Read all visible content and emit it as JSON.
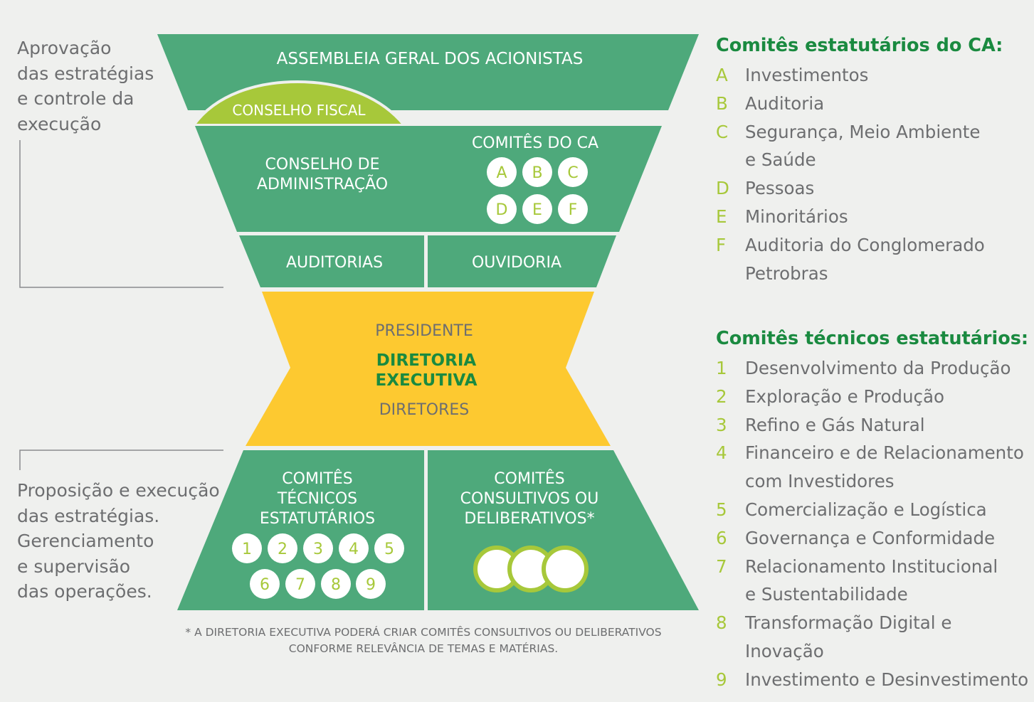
{
  "left_notes": {
    "top": "Aprovação\ndas estratégias\ne controle da\nexecução",
    "bottom": "Proposição e execução\ndas estratégias.\nGerenciamento\ne supervisão\ndas operações."
  },
  "diagram": {
    "assembleia": "ASSEMBLEIA GERAL DOS ACIONISTAS",
    "conselho_fiscal": "CONSELHO FISCAL",
    "conselho_adm": [
      "CONSELHO DE",
      "ADMINISTRAÇÃO"
    ],
    "comites_ca_title": "COMITÊS DO CA",
    "ca_letters": [
      "A",
      "B",
      "C",
      "D",
      "E",
      "F"
    ],
    "auditorias": "AUDITORIAS",
    "ouvidoria": "OUVIDORIA",
    "presidente": "PRESIDENTE",
    "diretoria": [
      "DIRETORIA",
      "EXECUTIVA"
    ],
    "diretores": "DIRETORES",
    "comites_tecnicos": [
      "COMITÊS",
      "TÉCNICOS",
      "ESTATUTÁRIOS"
    ],
    "tecnicos_numbers": [
      "1",
      "2",
      "3",
      "4",
      "5",
      "6",
      "7",
      "8",
      "9"
    ],
    "comites_consultivos": [
      "COMITÊS",
      "CONSULTIVOS OU",
      "DELIBERATIVOS*"
    ]
  },
  "footnote": "* A DIRETORIA EXECUTIVA PODERÁ CRIAR COMITÊS CONSULTIVOS OU DELIBERATIVOS\nCONFORME RELEVÂNCIA DE TEMAS E MATÉRIAS.",
  "legend_ca": {
    "title": "Comitês estatutários do CA:",
    "items": [
      {
        "key": "A",
        "label": "Investimentos"
      },
      {
        "key": "B",
        "label": "Auditoria"
      },
      {
        "key": "C",
        "label": "Segurança, Meio Ambiente\ne Saúde"
      },
      {
        "key": "D",
        "label": "Pessoas"
      },
      {
        "key": "E",
        "label": "Minoritários"
      },
      {
        "key": "F",
        "label": "Auditoria do Conglomerado\nPetrobras"
      }
    ]
  },
  "legend_tecnicos": {
    "title": "Comitês técnicos estatutários:",
    "items": [
      {
        "key": "1",
        "label": "Desenvolvimento da Produção"
      },
      {
        "key": "2",
        "label": "Exploração e Produção"
      },
      {
        "key": "3",
        "label": "Refino e Gás Natural"
      },
      {
        "key": "4",
        "label": "Financeiro e de Relacionamento\ncom Investidores"
      },
      {
        "key": "5",
        "label": "Comercialização e Logística"
      },
      {
        "key": "6",
        "label": "Governança e Conformidade"
      },
      {
        "key": "7",
        "label": "Relacionamento Institucional\ne Sustentabilidade"
      },
      {
        "key": "8",
        "label": "Transformação Digital e Inovação"
      },
      {
        "key": "9",
        "label": "Investimento e Desinvestimento"
      }
    ]
  },
  "colors": {
    "green": "#4ea97b",
    "lime": "#a7c83a",
    "yellow": "#fdc930",
    "dark_green_text": "#1a8a40",
    "gray_text": "#6d6e70",
    "background": "#eff0ee"
  }
}
